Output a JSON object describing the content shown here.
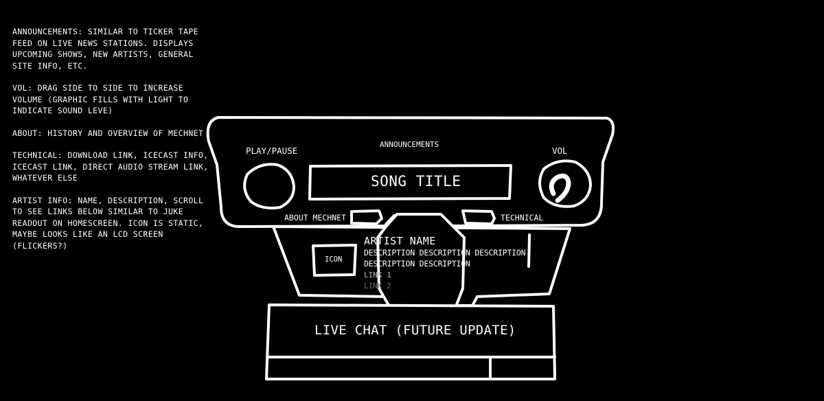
{
  "notes": [
    "Announcements: similar to ticker tape feed on live news stations. Displays upcoming shows, new artists, general site info, etc.",
    "Vol: drag side to side to increase volume (graphic fills with light to indicate sound leve)",
    "About: history and overview of MechNet",
    "Technical: download link, icecast info, icecast link, direct audio stream link, whatever else",
    "Artist Info: name, description, scroll to see links below similar to juke readout on homescreen. Icon is static, maybe looks like an LCD screen (flickers?)"
  ],
  "player": {
    "play_pause_label": "Play/Pause",
    "announcements_label": "Announcements",
    "vol_label": "Vol",
    "song_title": "Song Title",
    "about_label": "About MechNet",
    "technical_label": "Technical"
  },
  "artist": {
    "icon_label": "Icon",
    "name": "Artist Name",
    "description": "Description Description Description Description Description",
    "links": [
      "Link 1",
      "Link 2"
    ]
  },
  "chat": {
    "label": "Live Chat (Future Update)"
  }
}
